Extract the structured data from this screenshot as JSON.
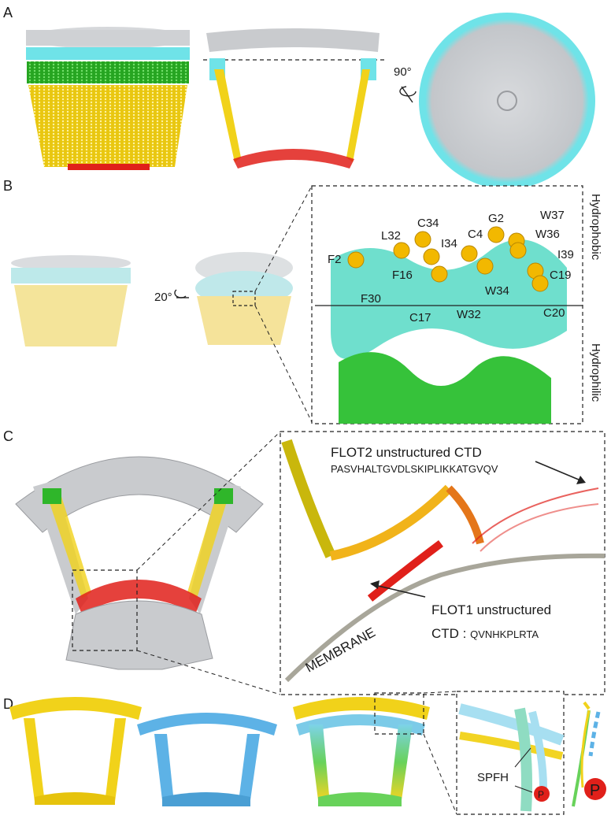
{
  "panels": {
    "a": "A",
    "b": "B",
    "c": "C",
    "d": "D"
  },
  "rotations": {
    "a": "90°",
    "b": "20°"
  },
  "panel_b": {
    "residues": [
      "F2",
      "L32",
      "C34",
      "I34",
      "F16",
      "F30",
      "C17",
      "C4",
      "G2",
      "W37",
      "W36",
      "I39",
      "C19",
      "W34",
      "W32",
      "C20"
    ],
    "hydrophobic": "Hydrophobic",
    "hydrophilic": "Hydrophilic"
  },
  "panel_c": {
    "flot2_label": "FLOT2 unstructured CTD",
    "flot2_seq": "PASVHALTGVDLSKIPLIKKATGVQV",
    "flot1_label": "FLOT1 unstructured",
    "flot1_ctd_prefix": "CTD : ",
    "flot1_seq": "QVNHKPLRTA",
    "membrane": "MEMBRANE"
  },
  "panel_d": {
    "spfh": "SPFH",
    "p_small": "P",
    "p_large": "P"
  },
  "colors": {
    "grey_density": "#c9cbce",
    "cyan": "#6fe3e8",
    "green": "#2fb62a",
    "yellow": "#f1d21a",
    "red": "#e0201a",
    "blue": "#5db2e6",
    "membrane": "#a8a69a"
  }
}
